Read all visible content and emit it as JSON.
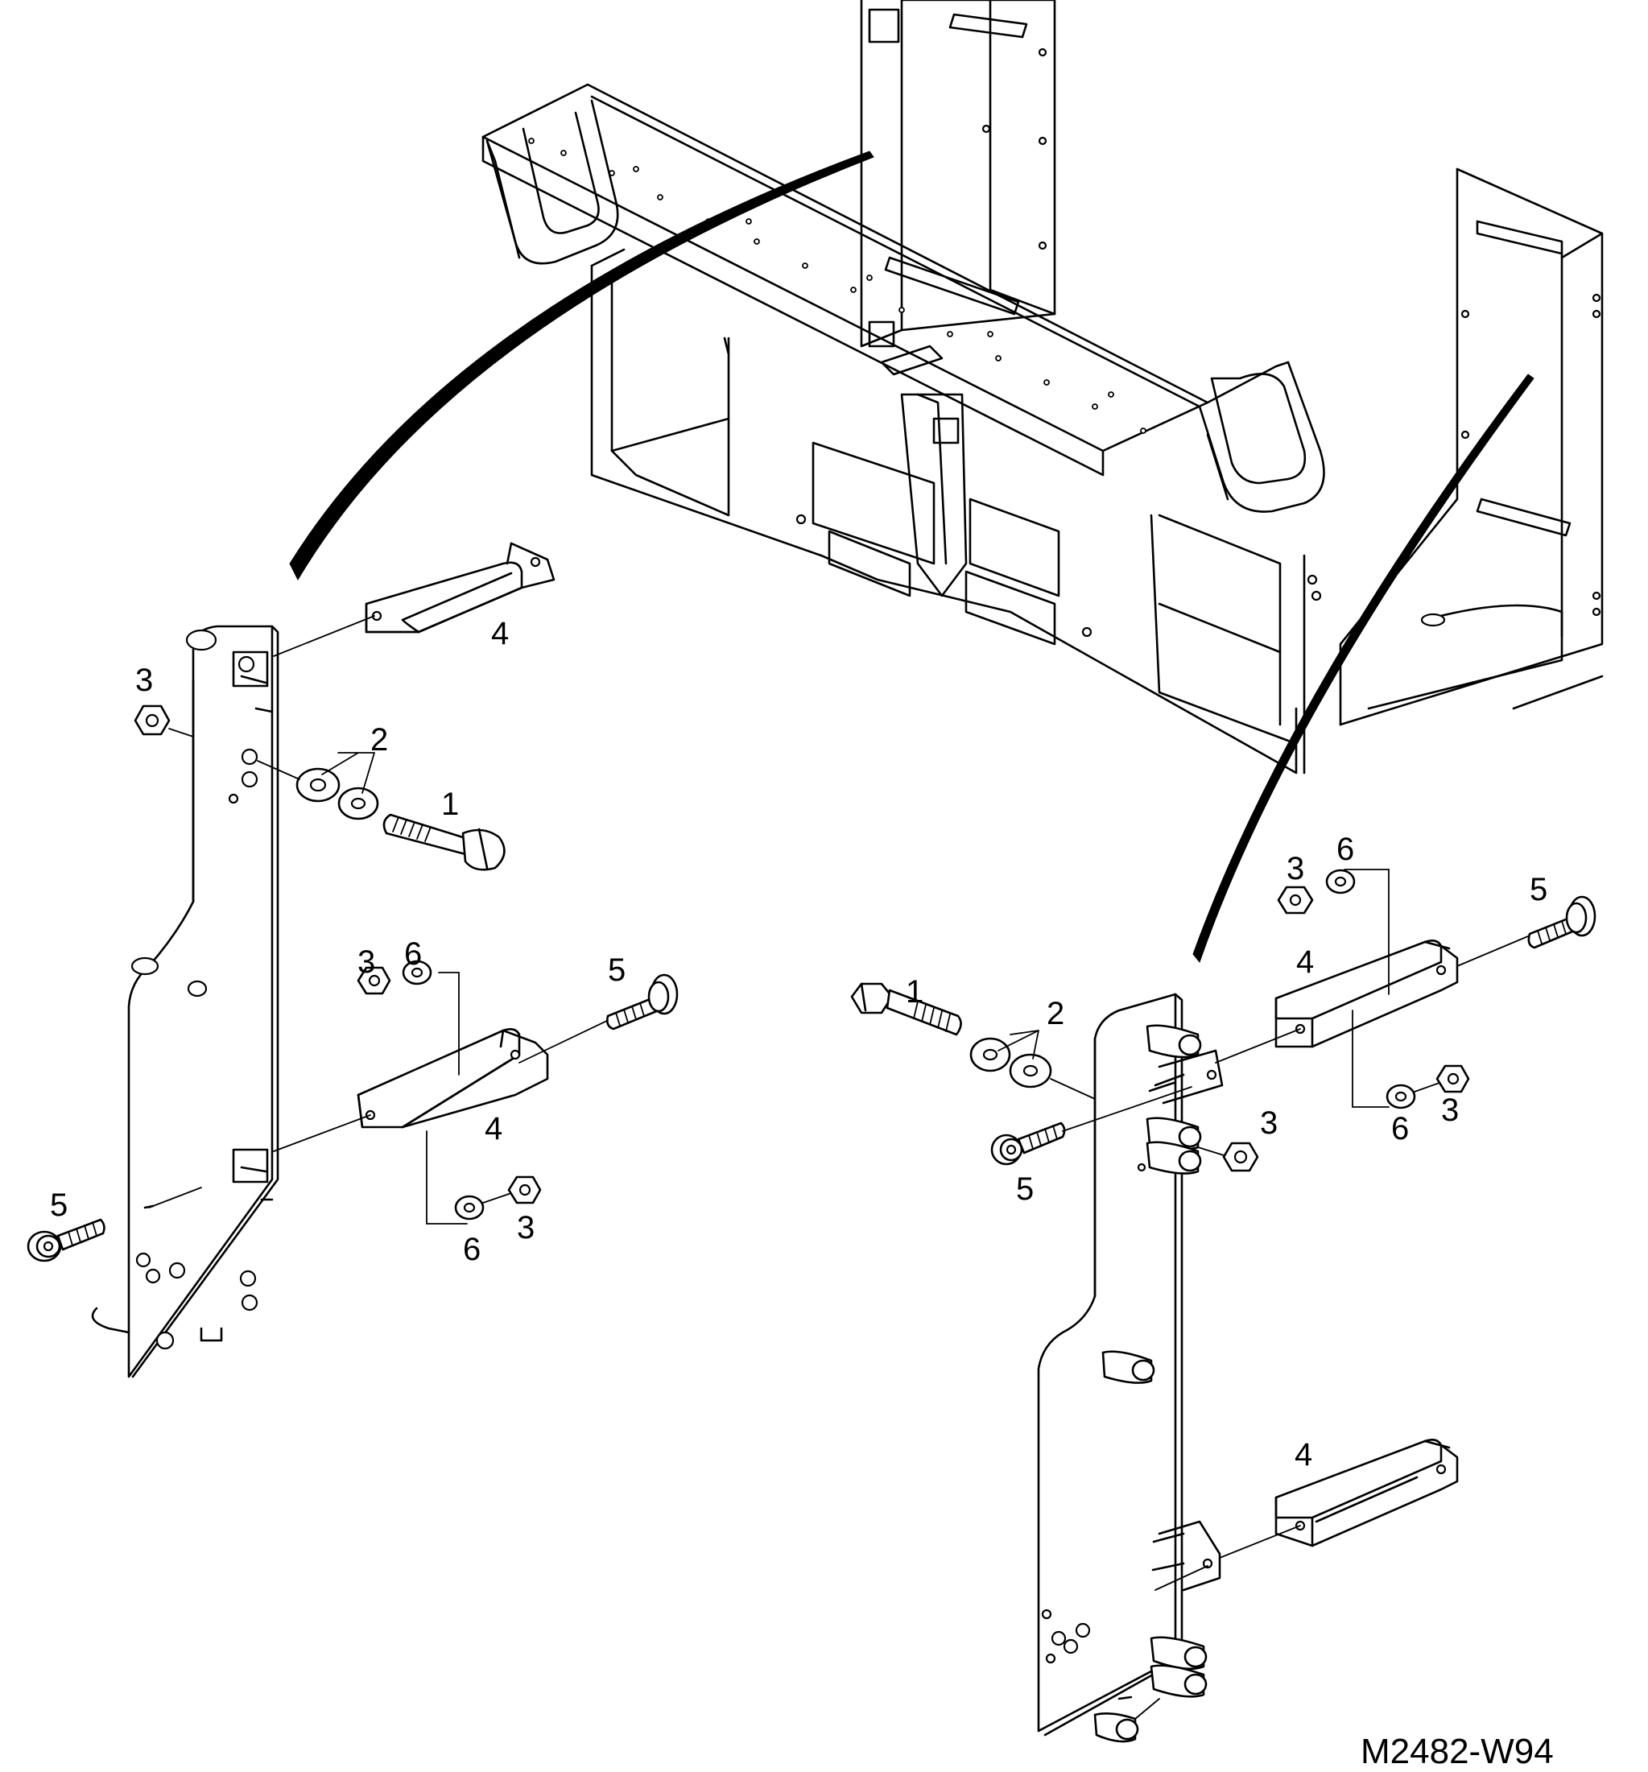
{
  "figure_code": "M2482-W94",
  "callouts": {
    "l_3a": "3",
    "l_2": "2",
    "l_1": "1",
    "l_4a": "4",
    "l_6a": "6",
    "l_3b": "3",
    "l_5a": "5",
    "l_4b": "4",
    "l_5b": "5",
    "l_6b": "6",
    "l_3c": "3",
    "r_3a": "3",
    "r_6a": "6",
    "r_5a": "5",
    "r_4a": "4",
    "r_1": "1",
    "r_2": "2",
    "r_3b": "3",
    "r_6b": "6",
    "r_3c": "3",
    "r_5b": "5",
    "r_4b": "4"
  }
}
